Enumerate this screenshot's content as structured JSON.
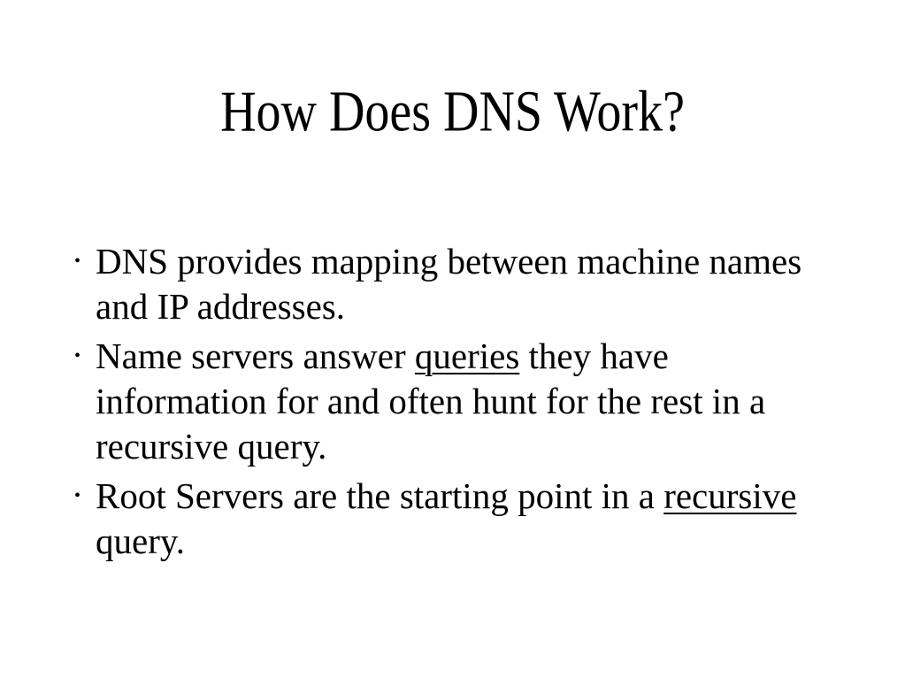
{
  "slide": {
    "background_color": "#ffffff",
    "text_color": "#000000",
    "title": "How Does DNS Work?",
    "bullet_marker": "•",
    "bullets": [
      {
        "segments": [
          {
            "text": "DNS provides mapping between machine names and IP addresses.",
            "underline": false
          }
        ]
      },
      {
        "segments": [
          {
            "text": "Name servers answer ",
            "underline": false
          },
          {
            "text": "queries",
            "underline": true
          },
          {
            "text": " they have information for and often hunt for the rest in a recursive query.",
            "underline": false
          }
        ]
      },
      {
        "segments": [
          {
            "text": "Root Servers are the starting point in a ",
            "underline": false
          },
          {
            "text": "recursive",
            "underline": true
          },
          {
            "text": " query.",
            "underline": false
          }
        ]
      }
    ]
  }
}
